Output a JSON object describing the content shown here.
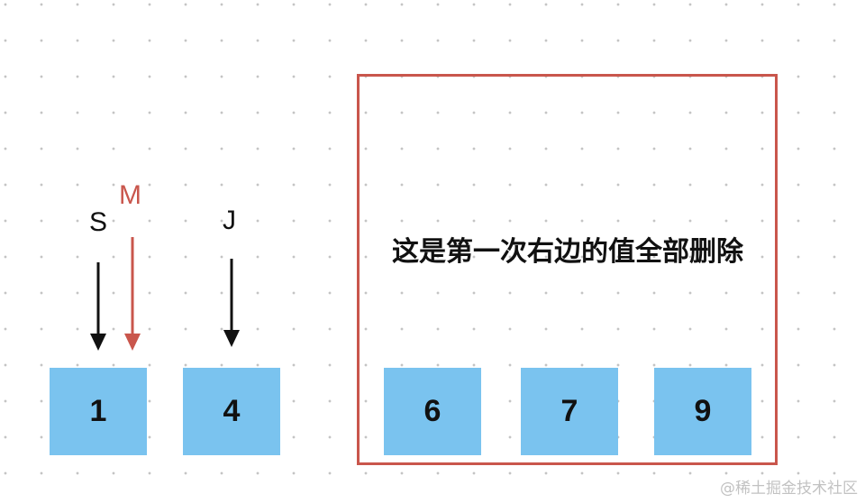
{
  "pointers": {
    "s": {
      "label": "S",
      "color": "#111111"
    },
    "m": {
      "label": "M",
      "color": "#c9564c"
    },
    "j": {
      "label": "J",
      "color": "#111111"
    }
  },
  "array": {
    "left_items": [
      "1",
      "4"
    ],
    "removed_items": [
      "6",
      "7",
      "9"
    ],
    "box_color": "#7ac3ef"
  },
  "removed_region": {
    "caption": "这是第一次右边的值全部删除",
    "border_color": "#c9564c"
  },
  "watermark": "@稀土掘金技术社区"
}
